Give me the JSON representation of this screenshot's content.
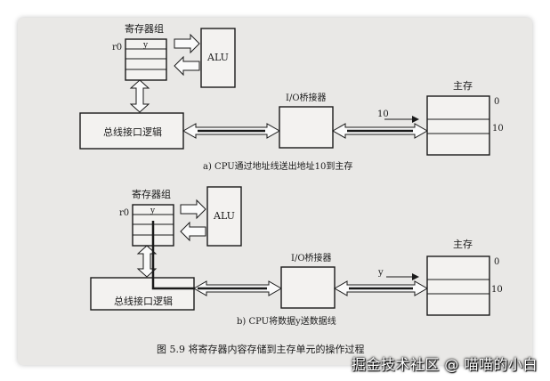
{
  "diagram_a": {
    "reg_group": "寄存器组",
    "r0": "r0",
    "y": "y",
    "alu": "ALU",
    "bus_logic": "总线接口逻辑",
    "io_bridge": "I/O桥接器",
    "main_mem": "主存",
    "bus_value": "10",
    "mem_addr_0": "0",
    "mem_addr_10": "10",
    "caption": "a) CPU通过地址线送出地址10到主存"
  },
  "diagram_b": {
    "reg_group": "寄存器组",
    "r0": "r0",
    "y": "y",
    "alu": "ALU",
    "bus_logic": "总线接口逻辑",
    "io_bridge": "I/O桥接器",
    "main_mem": "主存",
    "bus_value": "y",
    "mem_addr_0": "0",
    "mem_addr_10": "10",
    "caption": "b) CPU将数据y送数据线"
  },
  "figure_caption": "图 5.9   将寄存器内容存储到主存单元的操作过程",
  "watermark": "掘金技术社区 @ 喵喵的小白",
  "colors": {
    "ink": "#1a1a1a",
    "paper": "#e9e8e6"
  }
}
